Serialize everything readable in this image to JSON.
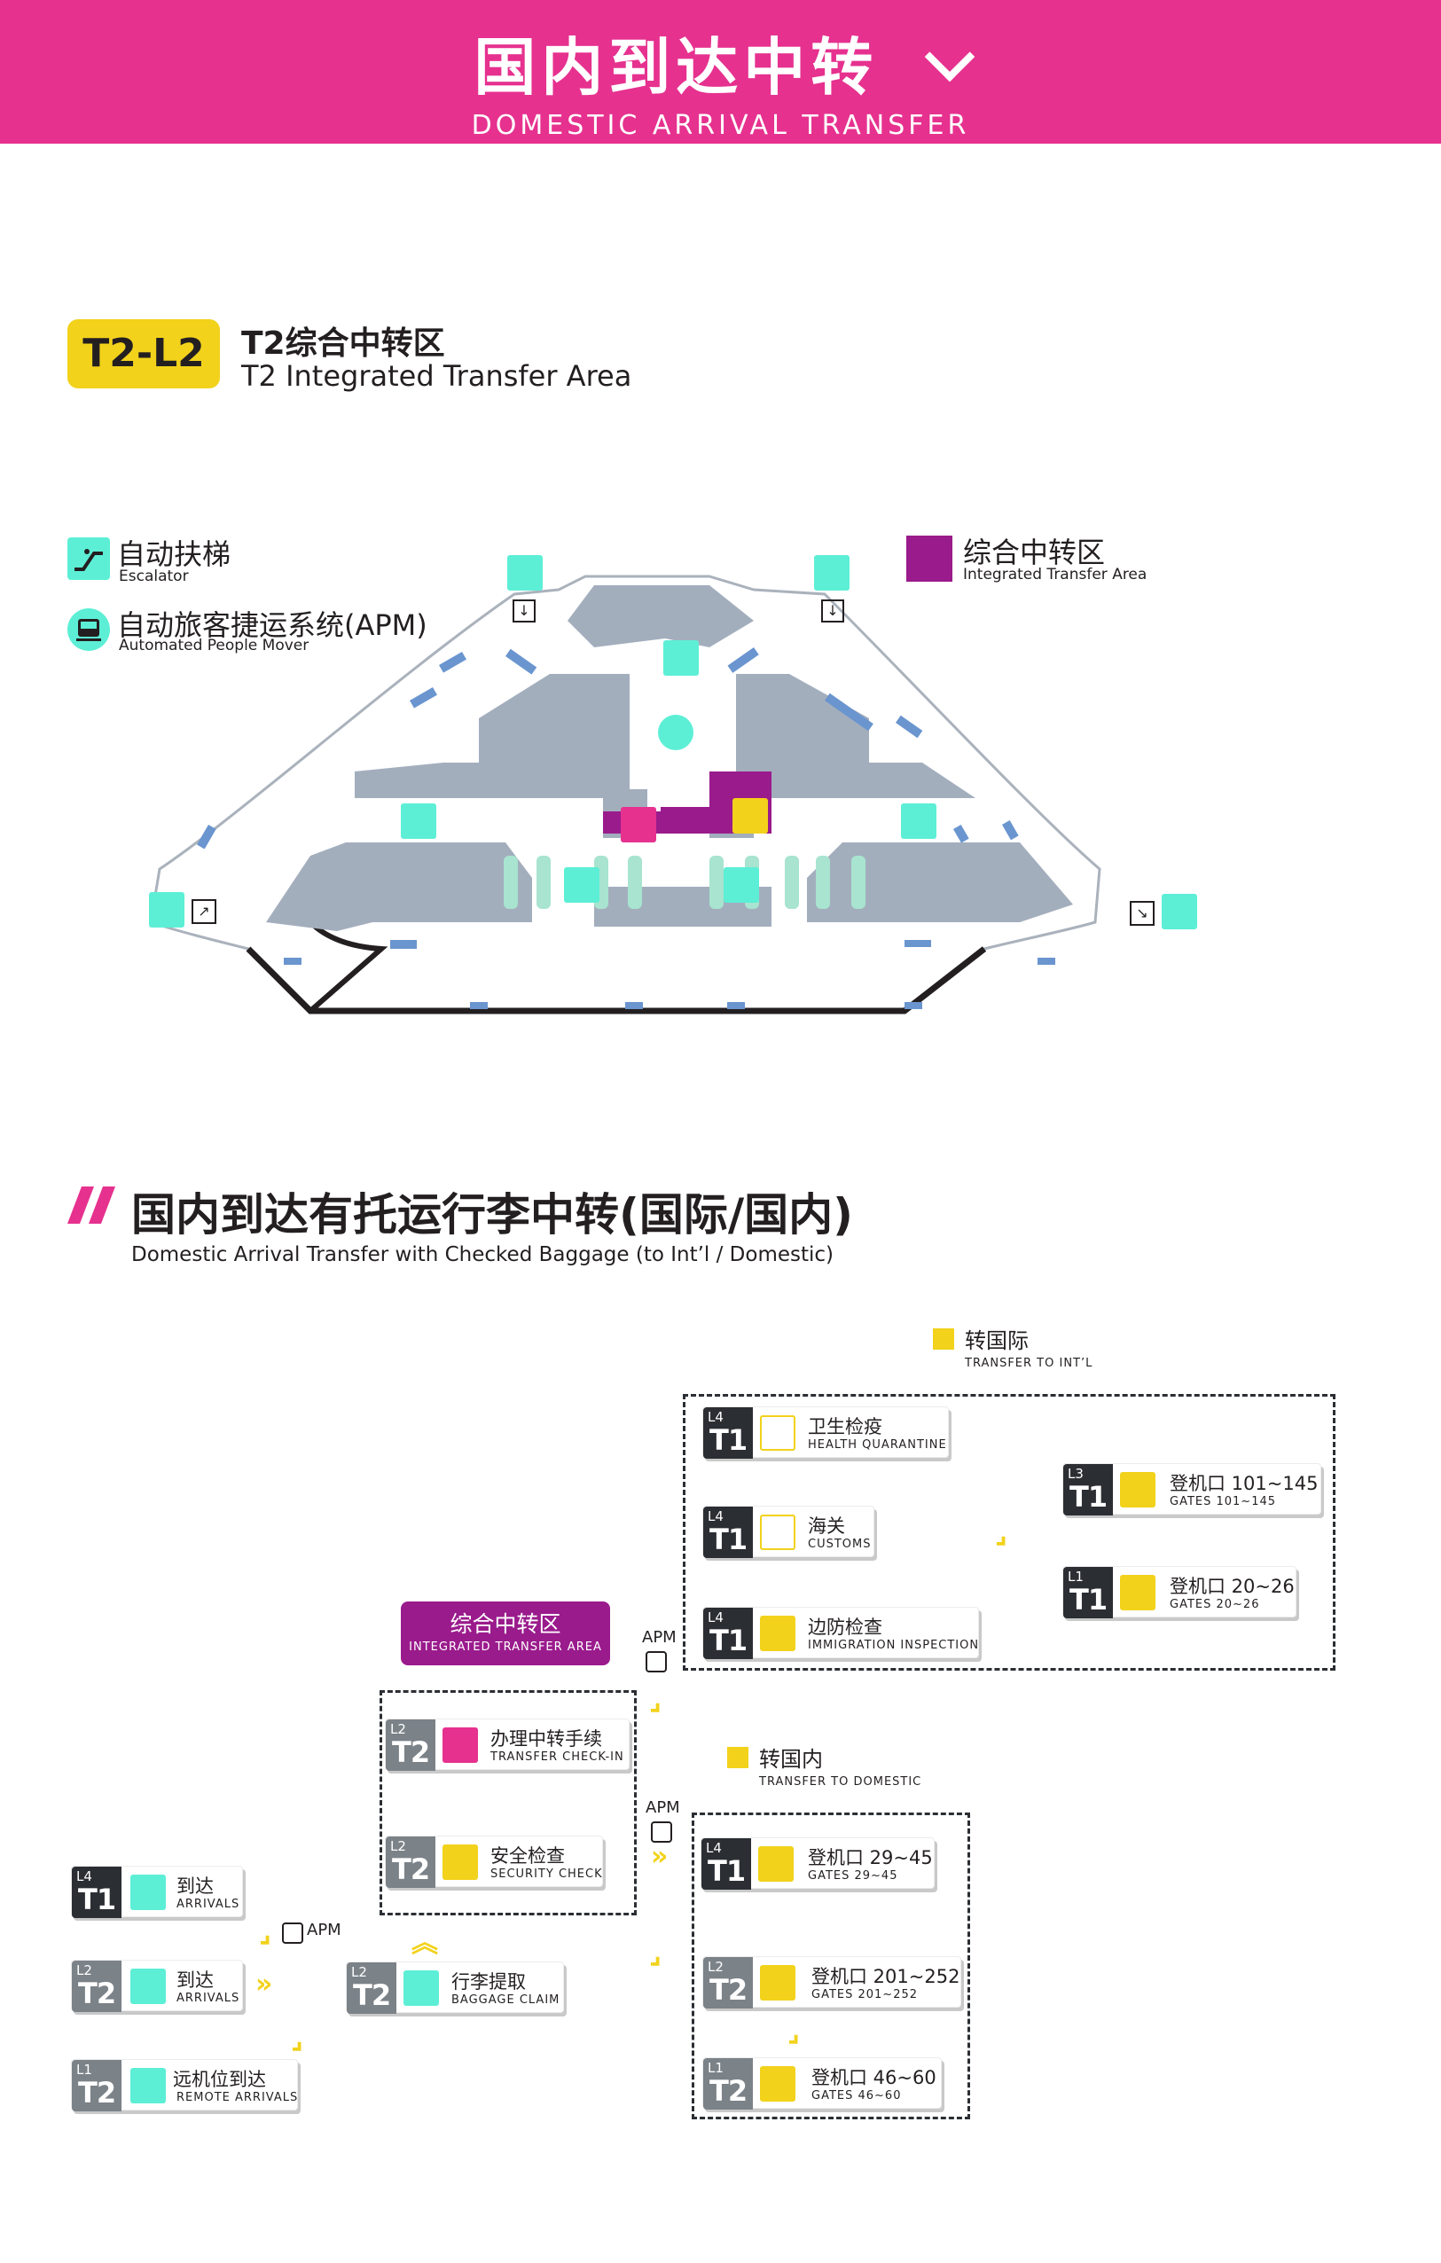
{
  "header": {
    "title": "国内到达中转",
    "subtitle": "DOMESTIC ARRIVAL TRANSFER",
    "bg_color": "#e6318f"
  },
  "area": {
    "badge": "T2-L2",
    "title_cn": "T2综合中转区",
    "title_en": "T2 Integrated Transfer Area"
  },
  "legend": {
    "escalator_cn": "自动扶梯",
    "escalator_en": "Escalator",
    "apm_cn": "自动旅客捷运系统(APM)",
    "apm_en": "Automated People Mover",
    "transfer_cn": "综合中转区",
    "transfer_en": "Integrated Transfer Area",
    "transfer_color": "#9a1b8c"
  },
  "section2": {
    "title_cn": "国内到达有托运行李中转(国际/国内)",
    "title_en": "Domestic Arrival Transfer with Checked Baggage (to Int’l / Domestic)"
  },
  "groups": {
    "intl_cn": "转国际",
    "intl_en": "TRANSFER TO INT’L",
    "dom_cn": "转国内",
    "dom_en": "TRANSFER TO DOMESTIC",
    "ita_cn": "综合中转区",
    "ita_en": "INTEGRATED TRANSFER AREA",
    "apm": "APM"
  },
  "cards": {
    "arr_t1": {
      "level": "L4",
      "term": "T1",
      "cn": "到达",
      "en": "ARRIVALS"
    },
    "arr_t2": {
      "level": "L2",
      "term": "T2",
      "cn": "到达",
      "en": "ARRIVALS"
    },
    "remote": {
      "level": "L1",
      "term": "T2",
      "cn": "远机位到达",
      "en": "REMOTE ARRIVALS"
    },
    "baggage": {
      "level": "L2",
      "term": "T2",
      "cn": "行李提取",
      "en": "BAGGAGE CLAIM"
    },
    "checkin": {
      "level": "L2",
      "term": "T2",
      "cn": "办理中转手续",
      "en": "TRANSFER CHECK-IN"
    },
    "security": {
      "level": "L2",
      "term": "T2",
      "cn": "安全检查",
      "en": "SECURITY CHECK"
    },
    "health": {
      "level": "L4",
      "term": "T1",
      "cn": "卫生检疫",
      "en": "HEALTH QUARANTINE"
    },
    "customs": {
      "level": "L4",
      "term": "T1",
      "cn": "海关",
      "en": "CUSTOMS"
    },
    "immig": {
      "level": "L4",
      "term": "T1",
      "cn": "边防检查",
      "en": "IMMIGRATION INSPECTION"
    },
    "g101": {
      "level": "L3",
      "term": "T1",
      "cn": "登机口 101~145",
      "en": "GATES 101~145"
    },
    "g20": {
      "level": "L1",
      "term": "T1",
      "cn": "登机口 20~26",
      "en": "GATES 20~26"
    },
    "g29": {
      "level": "L4",
      "term": "T1",
      "cn": "登机口 29~45",
      "en": "GATES 29~45"
    },
    "g201": {
      "level": "L2",
      "term": "T2",
      "cn": "登机口 201~252",
      "en": "GATES 201~252"
    },
    "g46": {
      "level": "L1",
      "term": "T2",
      "cn": "登机口 46~60",
      "en": "GATES 46~60"
    }
  }
}
